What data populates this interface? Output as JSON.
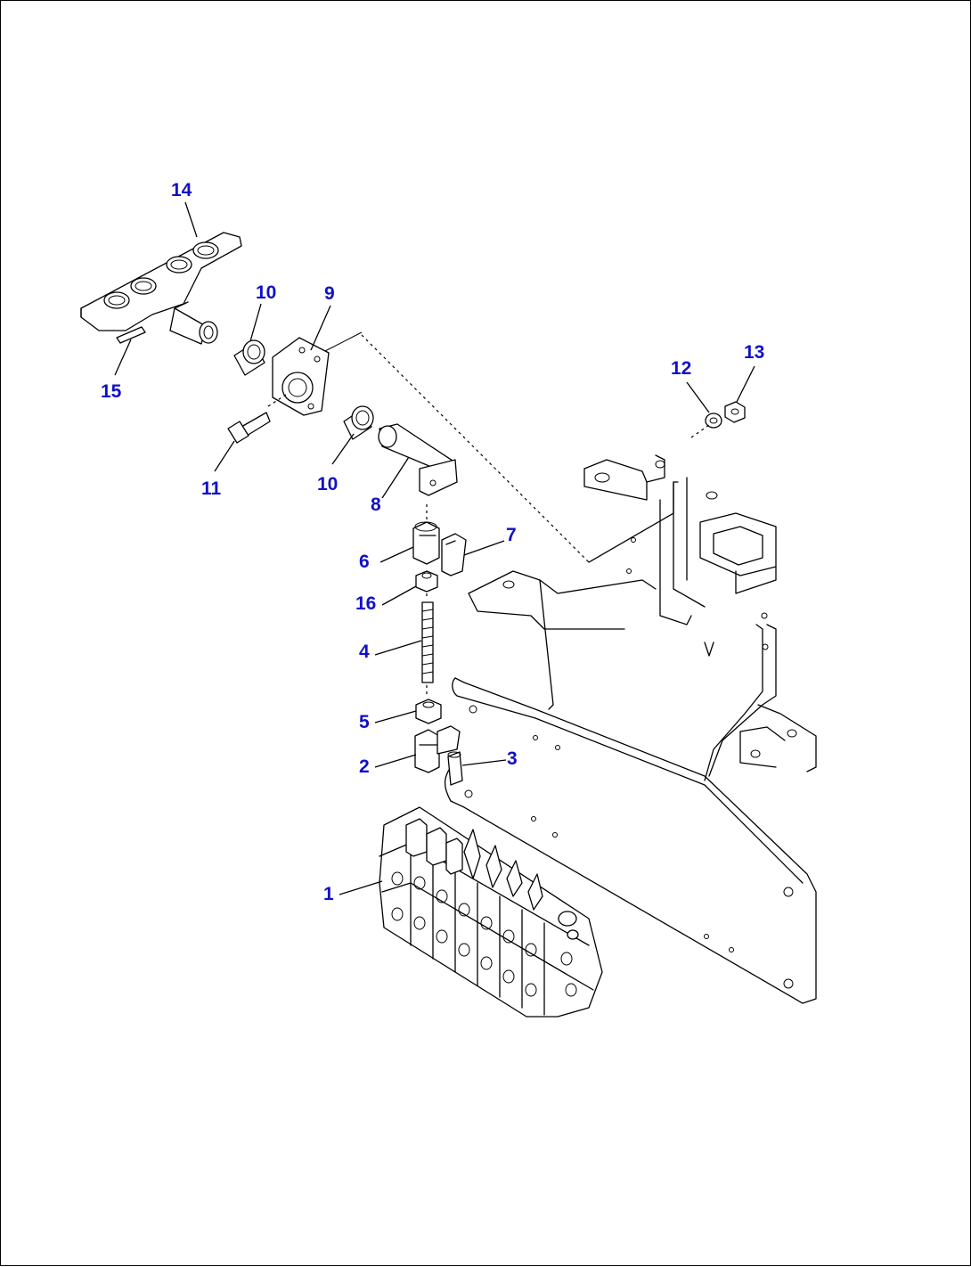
{
  "colors": {
    "callout": "#1010c8",
    "line": "#000000",
    "background": "#ffffff"
  },
  "callouts": [
    {
      "id": "1",
      "label": "1"
    },
    {
      "id": "2",
      "label": "2"
    },
    {
      "id": "3",
      "label": "3"
    },
    {
      "id": "4",
      "label": "4"
    },
    {
      "id": "5",
      "label": "5"
    },
    {
      "id": "6",
      "label": "6"
    },
    {
      "id": "7",
      "label": "7"
    },
    {
      "id": "8",
      "label": "8"
    },
    {
      "id": "9",
      "label": "9"
    },
    {
      "id": "10a",
      "label": "10"
    },
    {
      "id": "10b",
      "label": "10"
    },
    {
      "id": "11",
      "label": "11"
    },
    {
      "id": "12",
      "label": "12"
    },
    {
      "id": "13",
      "label": "13"
    },
    {
      "id": "14",
      "label": "14"
    },
    {
      "id": "15",
      "label": "15"
    },
    {
      "id": "16",
      "label": "16"
    }
  ]
}
